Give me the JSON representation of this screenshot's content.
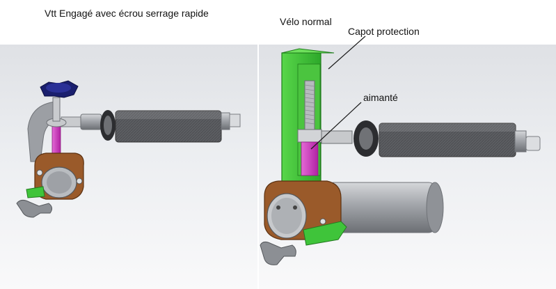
{
  "captions": {
    "left_title": "Vtt Engagé avec écrou serrage rapide",
    "right_title": "Vélo normal"
  },
  "annotations": {
    "cap": "Capot protection",
    "magnet": "aimanté"
  },
  "colors": {
    "green": "#3fc43a",
    "magenta": "#d43cc4",
    "brown": "#9a5a2a",
    "navy": "#1a1f6e",
    "gray": "#8c8f94",
    "dark_roller": "#5a5c60"
  }
}
